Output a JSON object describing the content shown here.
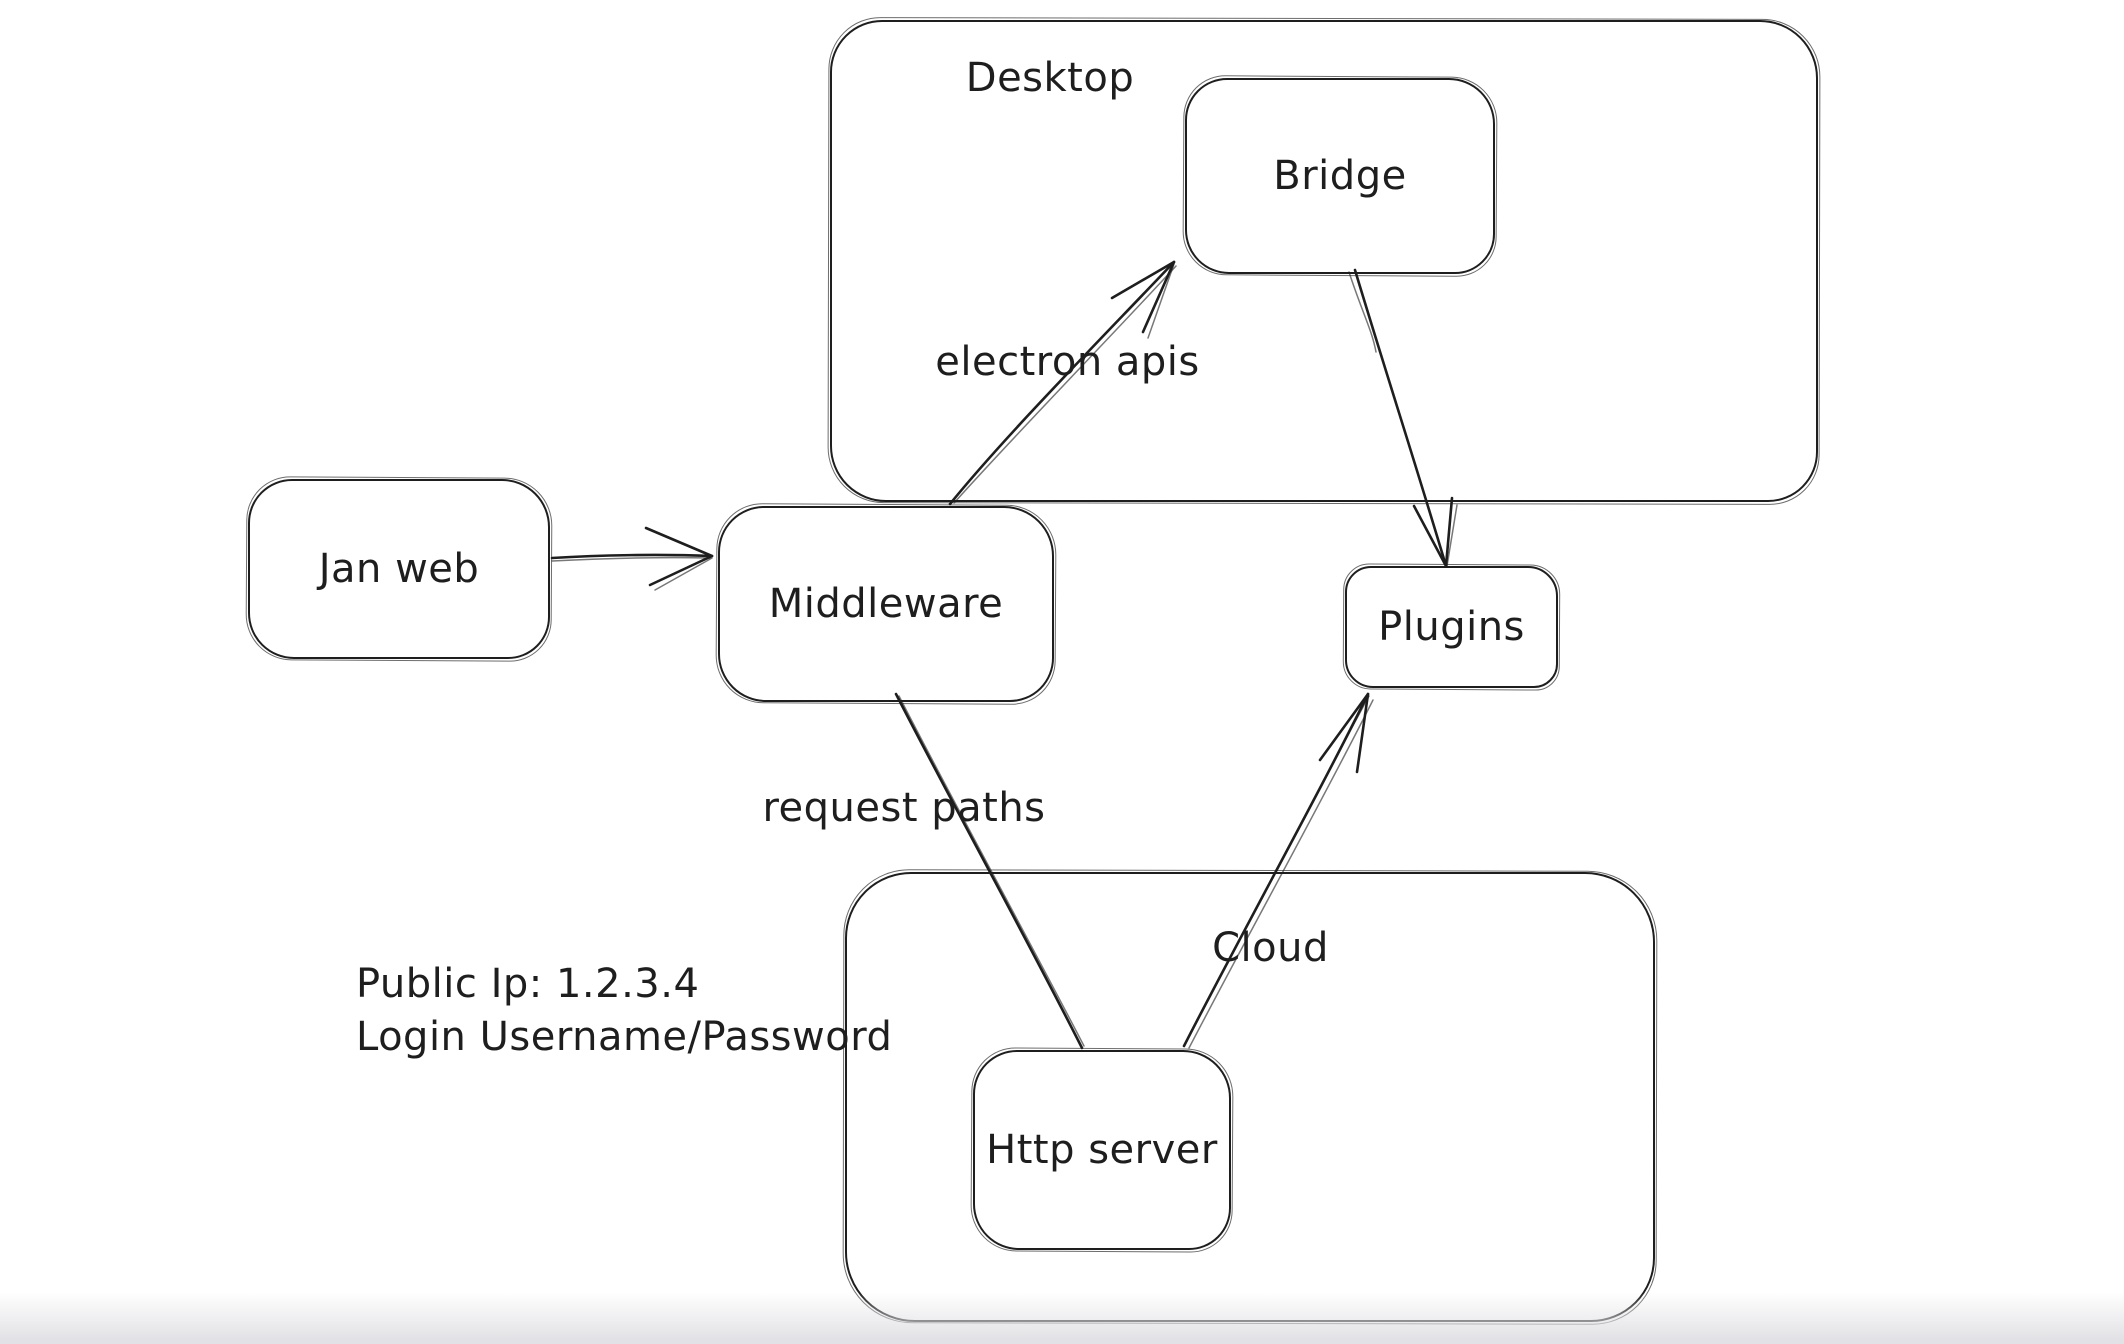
{
  "canvas": {
    "background": "#ffffff",
    "stroke": "#1e1e1e"
  },
  "containers": [
    {
      "id": "desktop",
      "label": "Desktop"
    },
    {
      "id": "cloud",
      "label": "Cloud"
    }
  ],
  "nodes": [
    {
      "id": "jan-web",
      "label": "Jan web"
    },
    {
      "id": "middleware",
      "label": "Middleware"
    },
    {
      "id": "bridge",
      "label": "Bridge"
    },
    {
      "id": "plugins",
      "label": "Plugins"
    },
    {
      "id": "http-server",
      "label": "Http server"
    }
  ],
  "edges": [
    {
      "id": "jan-web-to-middleware",
      "from": "Jan web",
      "to": "Middleware",
      "label": ""
    },
    {
      "id": "middleware-to-bridge",
      "from": "Middleware",
      "to": "Bridge",
      "label": "electron apis"
    },
    {
      "id": "bridge-to-plugins",
      "from": "Bridge",
      "to": "Plugins",
      "label": ""
    },
    {
      "id": "middleware-to-http-server",
      "from": "Middleware",
      "to": "Http server",
      "label": "request paths"
    },
    {
      "id": "http-server-to-plugins",
      "from": "Http server",
      "to": "Plugins",
      "label": ""
    }
  ],
  "notes": {
    "line1": "Public Ip: 1.2.3.4",
    "line2": "Login Username/Password"
  }
}
